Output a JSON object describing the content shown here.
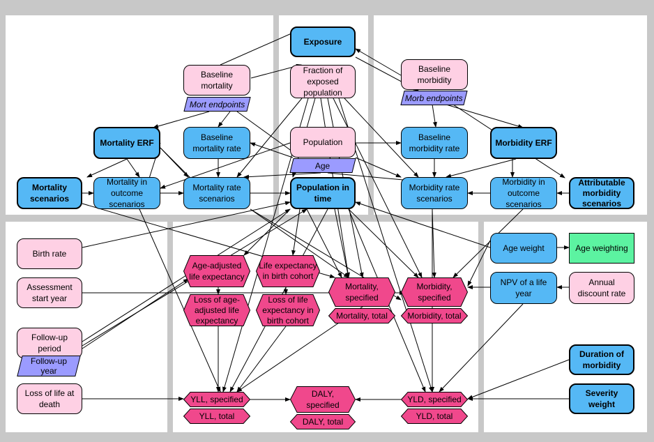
{
  "nodes": {
    "exposure": "Exposure",
    "fraction_exposed": "Fraction of exposed population",
    "baseline_mortality": "Baseline mortality",
    "mort_endpoints": "Mort endpoints",
    "baseline_morbidity": "Baseline morbidity",
    "morb_endpoints": "Morb endpoints",
    "mortality_erf": "Mortality ERF",
    "baseline_mortality_rate": "Baseline mortality rate",
    "population": "Population",
    "age": "Age",
    "baseline_morbidity_rate": "Baseline morbidity rate",
    "morbidity_erf": "Morbidity ERF",
    "mortality_scenarios": "Mortality scenarios",
    "mortality_outcome_scenarios": "Mortality in outcome scenarios",
    "mortality_rate_scenarios": "Mortality rate scenarios",
    "population_in_time": "Population in time",
    "morbidity_rate_scenarios": "Morbidity rate scenarios",
    "morbidity_outcome_scenarios": "Morbidity in outcome scenarios",
    "attributable_morbidity_scenarios": "Attributable morbidity scenarios",
    "birth_rate": "Birth rate",
    "age_adjusted_le": "Age-adjusted life expectancy",
    "le_birth_cohort": "Life expectancy in birth cohort",
    "age_weight": "Age weight",
    "age_weighting": "Age weighting",
    "assessment_start_year": "Assessment start year",
    "mortality_specified": "Mortality, specified",
    "morbidity_specified": "Morbidity, specified",
    "npv_life_year": "NPV of a life year",
    "annual_discount_rate": "Annual discount rate",
    "loss_age_adjusted_le": "Loss of age-adjusted life expectancy",
    "loss_le_birth_cohort": "Loss of life expectancy in birth cohort",
    "mortality_total": "Mortality, total",
    "morbidity_total": "Morbidity, total",
    "follow_up_period": "Follow-up period",
    "follow_up_year": "Follow-up year",
    "duration_of_morbidity": "Duration of morbidity",
    "loss_of_life_at_death": "Loss of life at death",
    "yll_specified": "YLL, specified",
    "daly_specified": "DALY, specified",
    "yld_specified": "YLD, specified",
    "severity_weight": "Severity weight",
    "yll_total": "YLL, total",
    "daly_total": "DALY, total",
    "yld_total": "YLD, total"
  },
  "colors": {
    "decision_blue": "#55b8f5",
    "data_pink": "#fed0e4",
    "index_purple": "#9b9bff",
    "output_magenta": "#f0488c",
    "weighting_green": "#5cf3a1",
    "panel_white": "#ffffff",
    "background_gray": "#c8c8c8"
  }
}
